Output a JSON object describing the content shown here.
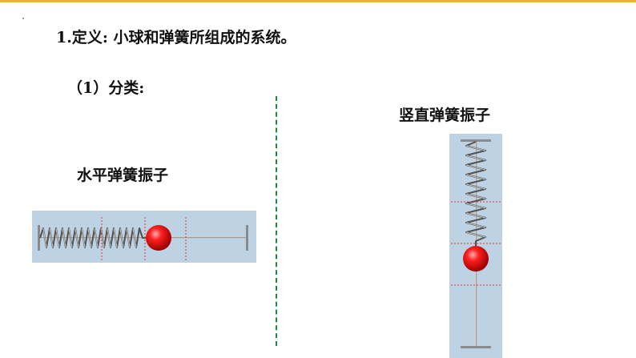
{
  "slide": {
    "heading": "1.定义: 小球和弹簧所组成的系统。",
    "subheading": "（1）分类:",
    "horizontal_label": "水平弹簧振子",
    "vertical_label": "竖直弹簧振子"
  },
  "colors": {
    "panel": "#bdd3e3",
    "divider": "#1e8a3c",
    "ball": "#d80000",
    "guide": "#e03a3a",
    "accent": "#e8b23a"
  }
}
